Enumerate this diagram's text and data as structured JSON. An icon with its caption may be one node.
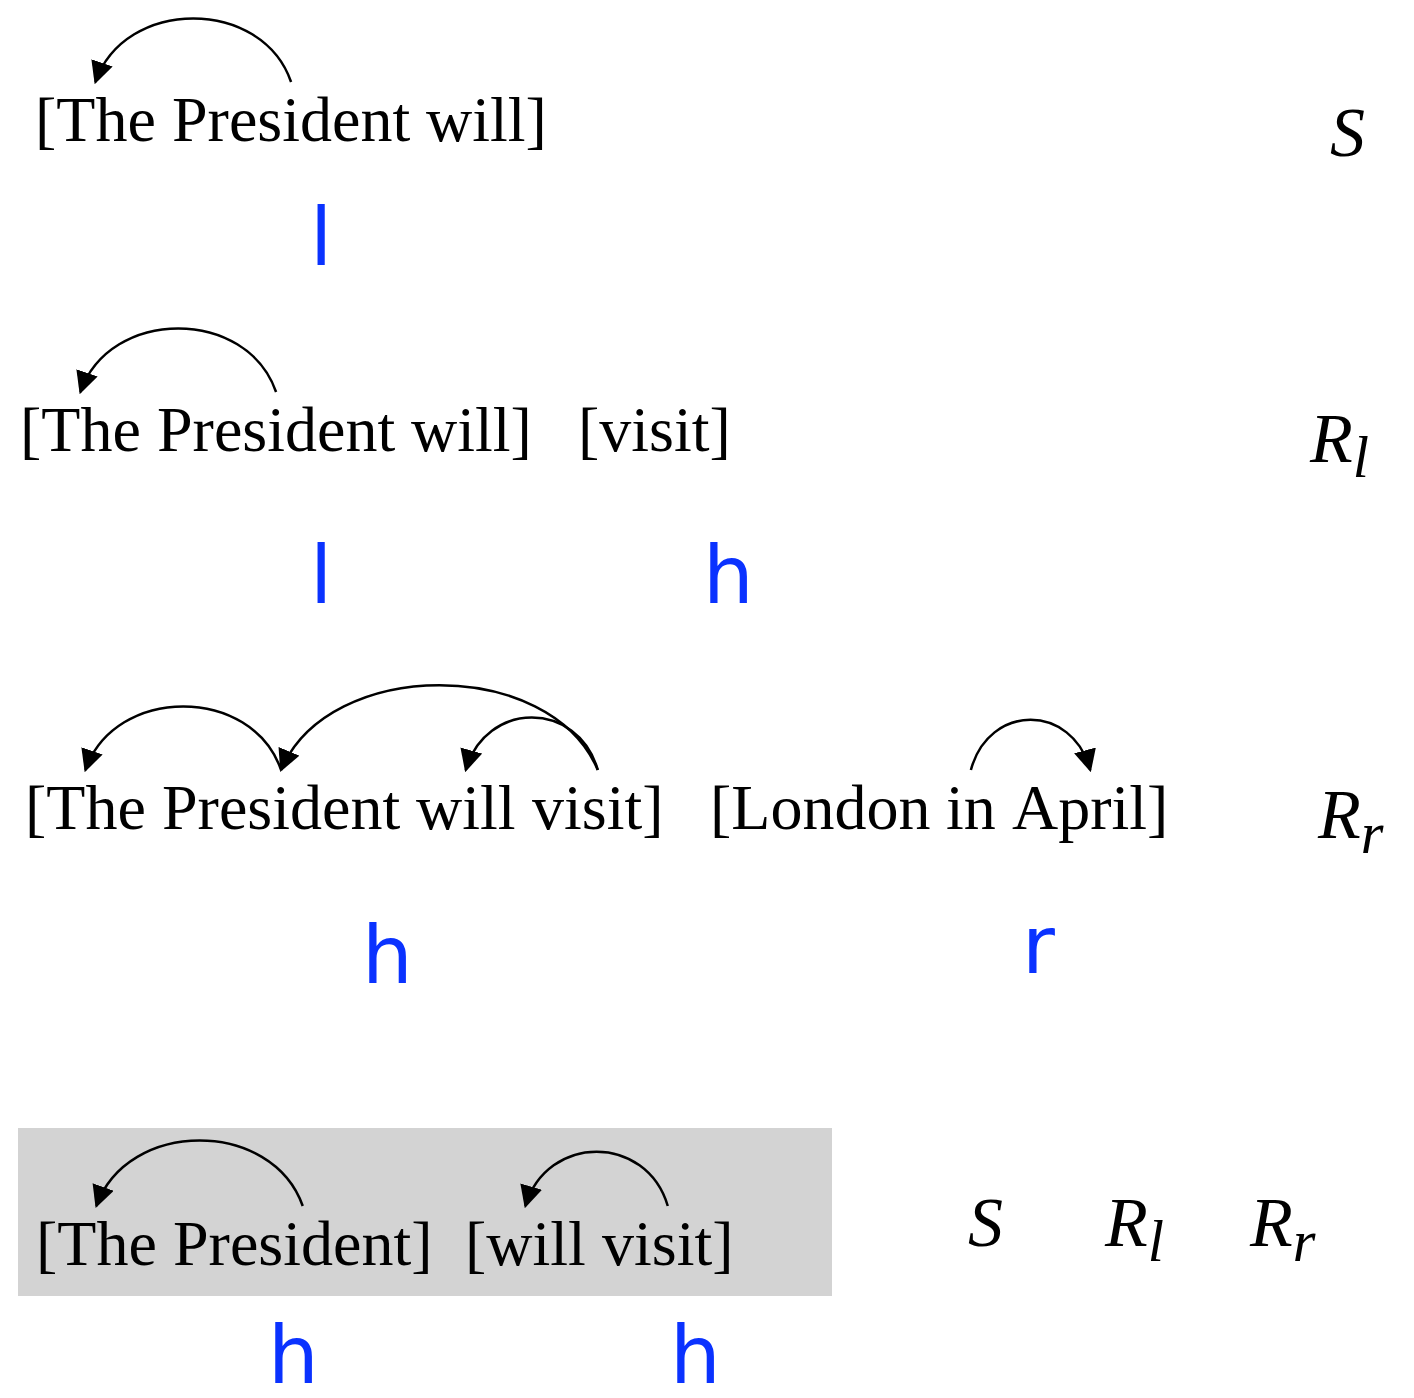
{
  "diagram": {
    "nodes": [
      {
        "text": [
          "[The"
        ]
      },
      {
        "text": [
          "President"
        ]
      },
      {
        "text": [
          "will]"
        ]
      },
      {
        "text": [
          "[The"
        ]
      },
      {
        "text": [
          "President"
        ]
      },
      {
        "text": [
          "will]"
        ]
      },
      {
        "text": [
          "[visit]"
        ]
      },
      {
        "text": [
          "[The"
        ]
      },
      {
        "text": [
          "President"
        ]
      },
      {
        "text": [
          "will"
        ]
      },
      {
        "text": [
          "visit]"
        ]
      },
      {
        "text": [
          "[London"
        ]
      },
      {
        "text": [
          "in"
        ]
      },
      {
        "text": [
          "April]"
        ]
      },
      {
        "text": [],
        "shape": "box"
      },
      {
        "text": [
          "[The"
        ],
        "in": 14
      },
      {
        "text": [
          "President]"
        ],
        "in": 14
      },
      {
        "text": [
          "[will"
        ],
        "in": 14
      },
      {
        "text": [
          "visit]"
        ],
        "in": 14
      }
    ],
    "edges": [
      {
        "from": 1,
        "to": 0,
        "arrow": "to"
      },
      {
        "from": 4,
        "to": 3,
        "arrow": "to"
      },
      {
        "from": 8,
        "to": 7,
        "arrow": "to"
      },
      {
        "from": 10,
        "to": 8,
        "arrow": "to"
      },
      {
        "from": 10,
        "to": 9,
        "arrow": "to"
      },
      {
        "from": 12,
        "to": 13,
        "arrow": "to"
      },
      {
        "from": 16,
        "to": 15,
        "arrow": "to"
      },
      {
        "from": 18,
        "to": 17,
        "arrow": "to"
      }
    ],
    "labels": [
      "S",
      "l",
      "R$_{l}$",
      "l",
      "h",
      "R$_{r}$",
      "h",
      "r",
      "S",
      "R$_{l}$",
      "R$_{r}$",
      "h",
      "h"
    ]
  }
}
